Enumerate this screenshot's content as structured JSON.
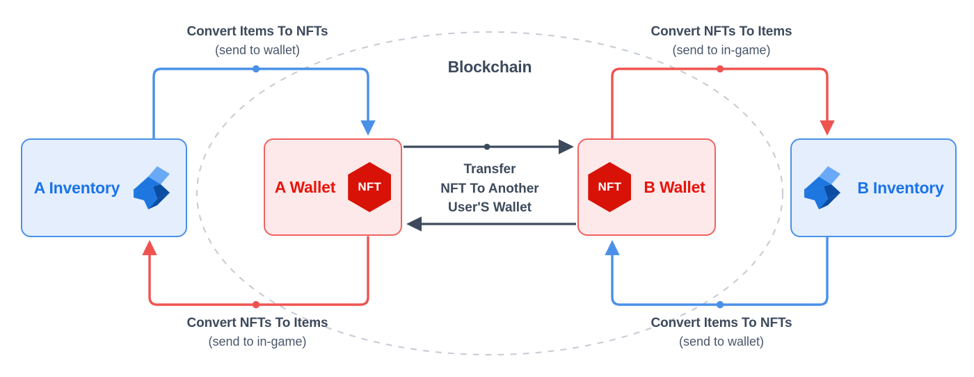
{
  "diagram": {
    "title": "Blockchain",
    "colors": {
      "blue_line": "#4a90e8",
      "red_line": "#ef5350",
      "inventory_fill": "#e4eefc",
      "inventory_border": "#4a90e8",
      "inventory_text": "#1a73e8",
      "wallet_fill": "#fde9e9",
      "wallet_border": "#ef6262",
      "wallet_text": "#e81309",
      "nft_hex": "#d81207",
      "dark_text": "#3d4a5c",
      "transfer_arrow": "#3d4a5c",
      "boundary_dashed": "#c9ced6"
    },
    "nodes": [
      {
        "id": "a-inventory",
        "label": "A Inventory",
        "type": "inventory",
        "icon": "inventory-bolt-icon"
      },
      {
        "id": "a-wallet",
        "label": "A Wallet",
        "type": "wallet",
        "icon": "nft-hexagon-icon",
        "badge": "NFT"
      },
      {
        "id": "b-wallet",
        "label": "B Wallet",
        "type": "wallet",
        "icon": "nft-hexagon-icon",
        "badge": "NFT"
      },
      {
        "id": "b-inventory",
        "label": "B Inventory",
        "type": "inventory",
        "icon": "inventory-bolt-icon"
      }
    ],
    "captions": {
      "top_left": {
        "title": "Convert Items To NFTs",
        "sub": "(send to wallet)"
      },
      "top_right": {
        "title": "Convert NFTs To Items",
        "sub": "(send to in-game)"
      },
      "bottom_left": {
        "title": "Convert NFTs To Items",
        "sub": "(send to in-game)"
      },
      "bottom_right": {
        "title": "Convert Items To NFTs",
        "sub": "(send to wallet)"
      }
    },
    "transfer": {
      "line1": "Transfer",
      "line2": "NFT To Another",
      "line3": "User'S Wallet"
    },
    "boundary": {
      "name": "blockchain-boundary",
      "style": "dashed-ellipse"
    }
  }
}
